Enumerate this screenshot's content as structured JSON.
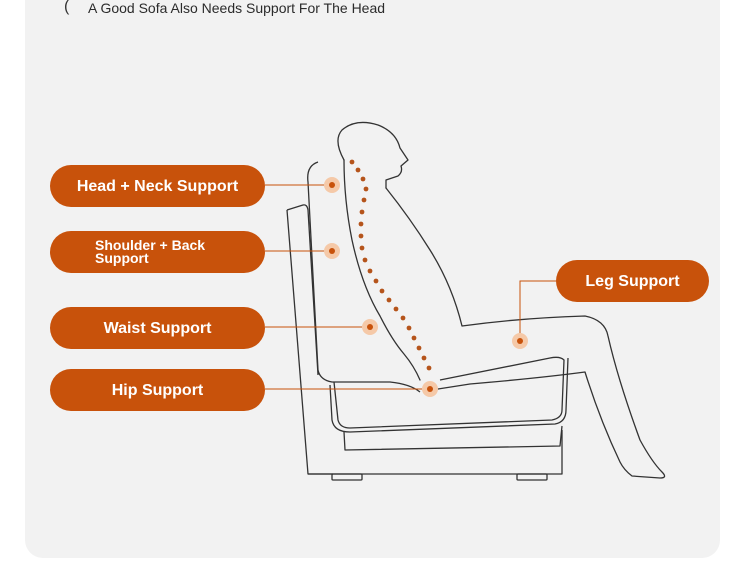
{
  "header": {
    "title": "A Good Sofa Also Needs Support For The Head"
  },
  "labels": {
    "head_neck": "Head + Neck Support",
    "shoulder_back": "Shoulder + Back Support",
    "waist": "Waist Support",
    "hip": "Hip Support",
    "leg": "Leg Support"
  },
  "colors": {
    "accent": "#c8520b",
    "marker": "#f5c9a8",
    "spine_dots": "#b5541b",
    "line": "#333333",
    "panel": "#f2f2f2"
  }
}
